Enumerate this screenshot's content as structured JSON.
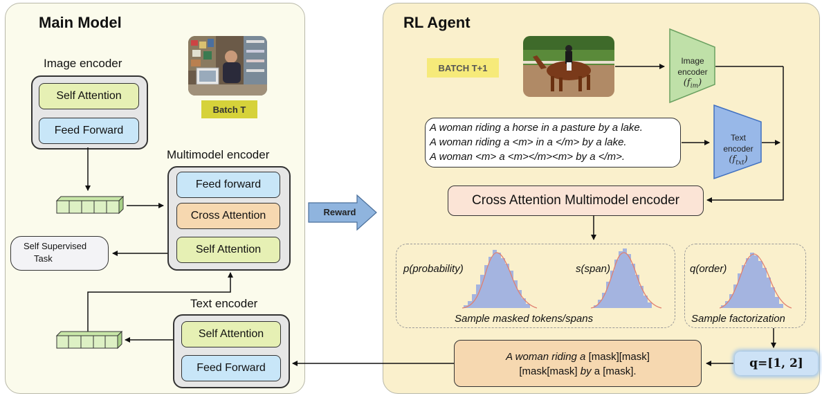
{
  "main_model": {
    "title": "Main Model",
    "image_encoder": {
      "label": "Image encoder",
      "blocks": [
        "Self Attention",
        "Feed Forward"
      ]
    },
    "batch_label": "Batch T",
    "multimodel_encoder": {
      "label": "Multimodel  encoder",
      "blocks": [
        "Feed forward",
        "Cross Attention",
        "Self Attention"
      ]
    },
    "self_supervised": [
      "Self Supervised",
      "Task"
    ],
    "text_encoder": {
      "label": "Text  encoder",
      "blocks": [
        "Self Attention",
        "Feed Forward"
      ]
    }
  },
  "reward_label": "Reward",
  "rl_agent": {
    "title": "RL Agent",
    "batch_label": "BATCH T+1",
    "image_encoder": {
      "line1": "Image",
      "line2": "encoder",
      "fn": "(f",
      "sub": "im",
      "close": ")"
    },
    "text_encoder": {
      "line1": "Text",
      "line2": "encoder",
      "fn": "(f",
      "sub": "txt",
      "close": ")"
    },
    "captions": [
      "A woman riding a horse in a pasture by a lake.",
      "A woman riding a <m> in a </m> by a lake.",
      "A woman <m> a <m></m><m> by a  </m>."
    ],
    "cross_attention": "Cross Attention Multimodel encoder",
    "dist_p": "p(probability)",
    "dist_s": "s(span)",
    "dist_q": "q(order)",
    "sample_tokens": "Sample masked tokens/spans",
    "sample_fact": "Sample factorization",
    "q_value": "q=[1, 2]",
    "masked_output": {
      "l1_i1": "A woman riding a",
      "l1_n1": " [mask][mask]",
      "l2_n1": "[mask[mask] ",
      "l2_i1": "by",
      "l2_n2": " a [mask]."
    }
  },
  "colors": {
    "left_panel": "#fbfbec",
    "right_panel": "#faf0cc",
    "green_block": "#e6f0b4",
    "blue_block": "#c8e6f8",
    "orange_block": "#f6d8b0",
    "reward_arrow": "#8fb4de",
    "batch_badge": "#d6d23a"
  }
}
